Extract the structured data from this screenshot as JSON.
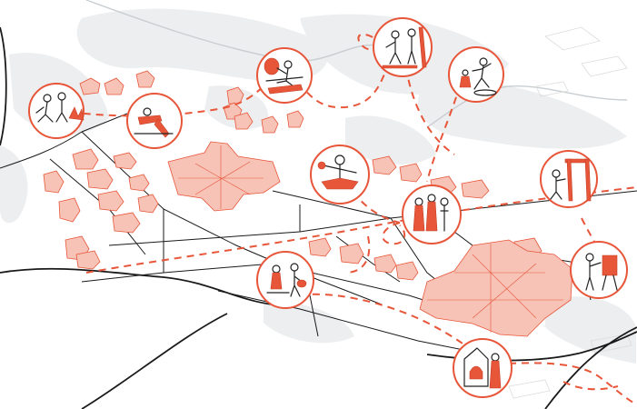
{
  "colors": {
    "accent": "#e8563a",
    "building_fill": "#f7c3b7",
    "road": "#1a1a1a",
    "terrain": "#eceeef",
    "background": "#ffffff"
  },
  "vignettes": [
    {
      "id": "campfire",
      "icon": "campfire-gathering-icon"
    },
    {
      "id": "yoga",
      "icon": "yoga-stretch-icon"
    },
    {
      "id": "paddleboard",
      "icon": "paddle-boat-icon"
    },
    {
      "id": "skiing",
      "icon": "skiing-icon"
    },
    {
      "id": "skating",
      "icon": "ice-skating-icon"
    },
    {
      "id": "dancer",
      "icon": "folk-dancer-icon"
    },
    {
      "id": "choir",
      "icon": "folk-choir-icon"
    },
    {
      "id": "loom",
      "icon": "weaving-loom-icon"
    },
    {
      "id": "painter",
      "icon": "painter-easel-icon"
    },
    {
      "id": "pottery",
      "icon": "pottery-workshop-icon"
    },
    {
      "id": "stove",
      "icon": "bread-oven-icon"
    }
  ]
}
